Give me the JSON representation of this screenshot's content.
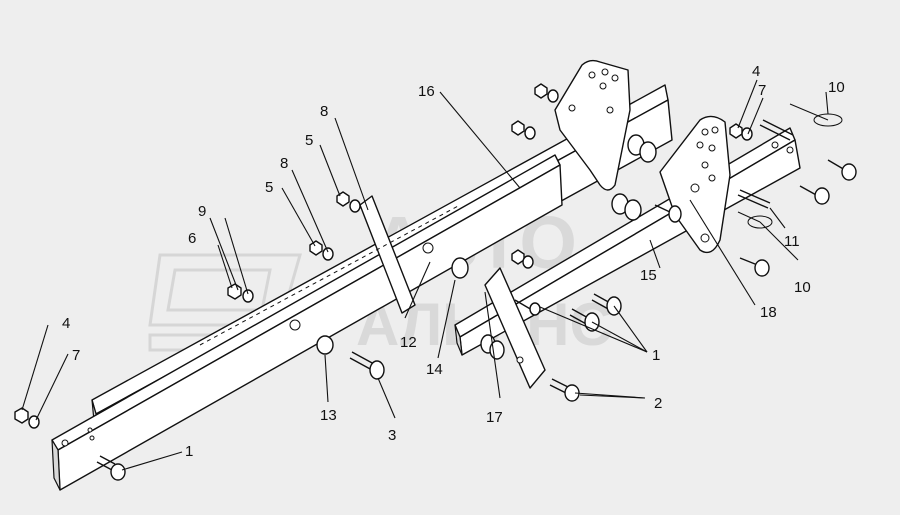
{
  "diagram": {
    "watermark": {
      "line1": "АВТО",
      "line2": "АЛЬЯНС"
    },
    "callouts": [
      {
        "id": "c1-left",
        "text": "1"
      },
      {
        "id": "c1-right",
        "text": "1"
      },
      {
        "id": "c2",
        "text": "2"
      },
      {
        "id": "c3",
        "text": "3"
      },
      {
        "id": "c4-left",
        "text": "4"
      },
      {
        "id": "c4-top",
        "text": "4"
      },
      {
        "id": "c5-a",
        "text": "5"
      },
      {
        "id": "c5-b",
        "text": "5"
      },
      {
        "id": "c6",
        "text": "6"
      },
      {
        "id": "c7-left",
        "text": "7"
      },
      {
        "id": "c7-top",
        "text": "7"
      },
      {
        "id": "c8-a",
        "text": "8"
      },
      {
        "id": "c8-b",
        "text": "8"
      },
      {
        "id": "c9",
        "text": "9"
      },
      {
        "id": "c10-top",
        "text": "10"
      },
      {
        "id": "c10-bottom",
        "text": "10"
      },
      {
        "id": "c11",
        "text": "11"
      },
      {
        "id": "c12",
        "text": "12"
      },
      {
        "id": "c13",
        "text": "13"
      },
      {
        "id": "c14",
        "text": "14"
      },
      {
        "id": "c15",
        "text": "15"
      },
      {
        "id": "c16",
        "text": "16"
      },
      {
        "id": "c17",
        "text": "17"
      },
      {
        "id": "c18",
        "text": "18"
      }
    ]
  }
}
